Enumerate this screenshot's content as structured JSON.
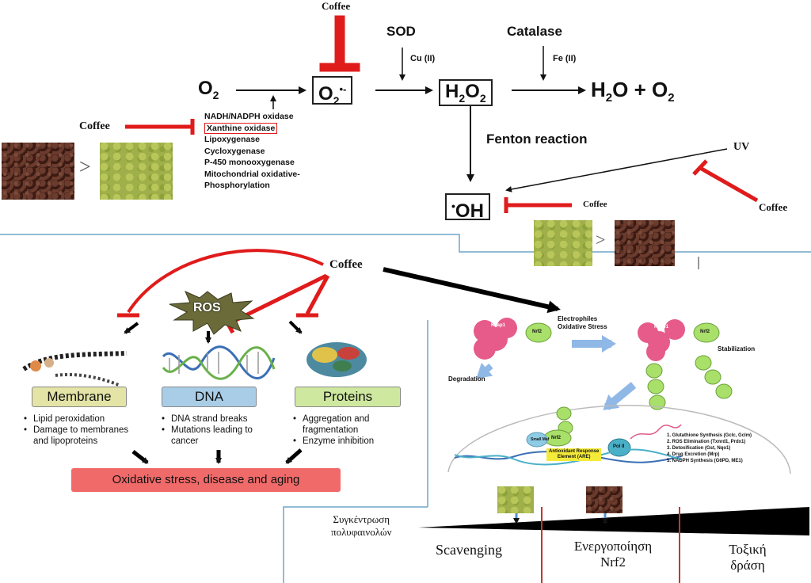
{
  "top": {
    "coffee_top": "Coffee",
    "o2": "O",
    "o2_sub": "2",
    "superoxide": "O",
    "superoxide_sub": "2",
    "superoxide_sup": "•-",
    "sod": "SOD",
    "cu": "Cu (II)",
    "catalase": "Catalase",
    "fe": "Fe (II)",
    "h2o2": "H",
    "h2o2_sub1": "2",
    "h2o2_mid": "O",
    "h2o2_sub2": "2",
    "products": "H",
    "products_sub": "2",
    "products_rest": "O + O",
    "products_sub2": "2",
    "enzymes": [
      "NADH/NADPH oxidase",
      "Xanthine oxidase",
      "Lipoxygenase",
      "Cycloxygenase",
      "P-450 monooxygenase",
      "Mitochondrial oxidative-",
      "Phosphorylation"
    ],
    "coffee_left": "Coffee",
    "greater_left": ">",
    "fenton": "Fenton reaction",
    "uv": "UV",
    "oh": "OH",
    "oh_dot": "•",
    "coffee_oh": "Coffee",
    "coffee_right": "Coffee",
    "greater_right": ">"
  },
  "left": {
    "coffee": "Coffee",
    "ros": "ROS",
    "membrane": "Membrane",
    "dna": "DNA",
    "proteins": "Proteins",
    "membrane_bullets": [
      "Lipid peroxidation",
      "Damage to membranes and lipoproteins"
    ],
    "dna_bullets": [
      "DNA strand breaks",
      "Mutations leading to cancer"
    ],
    "protein_bullets": [
      "Aggregation and fragmentation",
      "Enzyme inhibition"
    ],
    "outcome": "Oxidative stress, disease and aging"
  },
  "nrf2": {
    "electrophiles": "Electrophiles",
    "oxidative_stress": "Oxidative Stress",
    "keap1": "Keap1",
    "nrf2": "Nrf2",
    "degradation": "Degradation",
    "stabilization": "Stabilization",
    "are_line1": "Antioxidant Response",
    "are_line2": "Element (ARE)",
    "pol": "Pol II",
    "small_maf": "Small Maf",
    "genes": [
      "1. Glutathione Synthesis (Gclc, Gclm)",
      "2. ROS Elimination (Txnrd1, Prdx1)",
      "3. Detoxification (Gst, Nqo1)",
      "4. Drug Excretion (Mrp)",
      "5. NADPH Synthesis (G6PD, ME1)"
    ]
  },
  "bottom": {
    "concentration_line1": "Συγκέντρωση",
    "concentration_line2": "πολυφαινολών",
    "scavenging": "Scavenging",
    "activation_line1": "Ενεργοποίηση",
    "activation_line2": "Nrf2",
    "toxic_line1": "Τοξική",
    "toxic_line2": "δράση"
  },
  "colors": {
    "inhibit": "#e01b1b",
    "membrane_label": "#e3e4a6",
    "dna_label": "#a9cde6",
    "proteins_label": "#cfe8a0",
    "outcome_bg": "#f06a6a",
    "divider": "#6fa6c8"
  }
}
